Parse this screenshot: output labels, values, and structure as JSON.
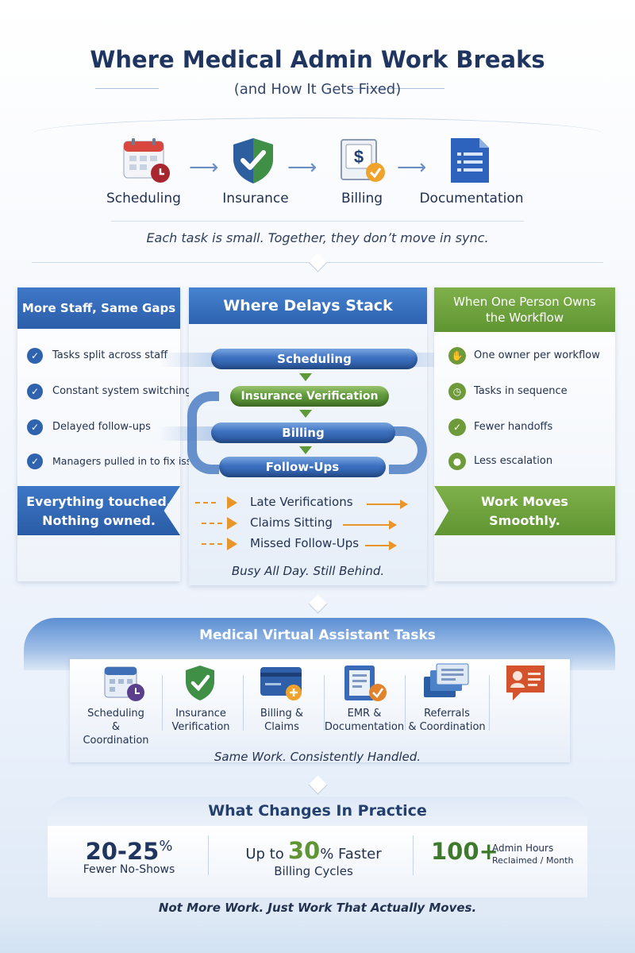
{
  "header": {
    "title": "Where Medical Admin Work Breaks",
    "subtitle": "(and How It Gets Fixed)"
  },
  "flow": {
    "steps": [
      {
        "label": "Scheduling",
        "icon": "calendar-icon"
      },
      {
        "label": "Insurance",
        "icon": "shield-check-icon"
      },
      {
        "label": "Billing",
        "icon": "billing-document-icon"
      },
      {
        "label": "Documentation",
        "icon": "document-list-icon"
      }
    ],
    "tagline": "Each task is small. Together, they don’t move in sync."
  },
  "left_panel": {
    "title": "More Staff, Same Gaps",
    "items": [
      "Tasks split across staff",
      "Constant system switching",
      "Delayed follow-ups",
      "Managers pulled in to fix issues"
    ],
    "ribbon_line1": "Everything touched.",
    "ribbon_line2": "Nothing owned."
  },
  "middle_panel": {
    "title": "Where Delays Stack",
    "pipes": [
      "Scheduling",
      "Insurance Verification",
      "Billing",
      "Follow-Ups"
    ],
    "delays": [
      "Late Verifications",
      "Claims Sitting",
      "Missed Follow-Ups"
    ],
    "footer": "Busy All Day. Still Behind."
  },
  "right_panel": {
    "title_line1": "When One Person Owns",
    "title_line2": "the Workflow",
    "items": [
      {
        "label": "One owner per workflow",
        "icon": "hand-icon"
      },
      {
        "label": "Tasks in sequence",
        "icon": "clock-icon"
      },
      {
        "label": "Fewer handoffs",
        "icon": "check-icon"
      },
      {
        "label": "Less escalation",
        "icon": "person-icon"
      }
    ],
    "ribbon_line1": "Work Moves",
    "ribbon_line2": "Smoothly."
  },
  "va_section": {
    "title": "Medical Virtual Assistant Tasks",
    "tasks": [
      {
        "line1": "Scheduling",
        "line2": "& Coordination",
        "icon": "calendar-clock-icon"
      },
      {
        "line1": "Insurance",
        "line2": "Verification",
        "icon": "shield-check-icon"
      },
      {
        "line1": "Billing &",
        "line2": "Claims",
        "icon": "card-plus-icon"
      },
      {
        "line1": "EMR &",
        "line2": "Documentation",
        "icon": "emr-check-icon"
      },
      {
        "line1": "Referrals",
        "line2": "& Coordination",
        "icon": "folders-icon"
      },
      {
        "line1": "",
        "line2": "",
        "icon": "contact-card-icon"
      }
    ],
    "tagline": "Same Work. Consistently Handled."
  },
  "results": {
    "title": "What Changes In Practice",
    "stat1_value": "20-25",
    "stat1_suffix": "%",
    "stat1_label": "Fewer No-Shows",
    "stat2_prefix": "Up to",
    "stat2_value": "30",
    "stat2_suffix": "% Faster",
    "stat2_label": "Billing Cycles",
    "stat3_value": "100+",
    "stat3_label1": "Admin Hours",
    "stat3_label2": "Reclaimed / Month",
    "closing": "Not More Work. Just Work That Actually Moves."
  },
  "colors": {
    "navy": "#1f3560",
    "blue": "#2f63ad",
    "green": "#6f9a3a",
    "orange": "#e8952a"
  }
}
